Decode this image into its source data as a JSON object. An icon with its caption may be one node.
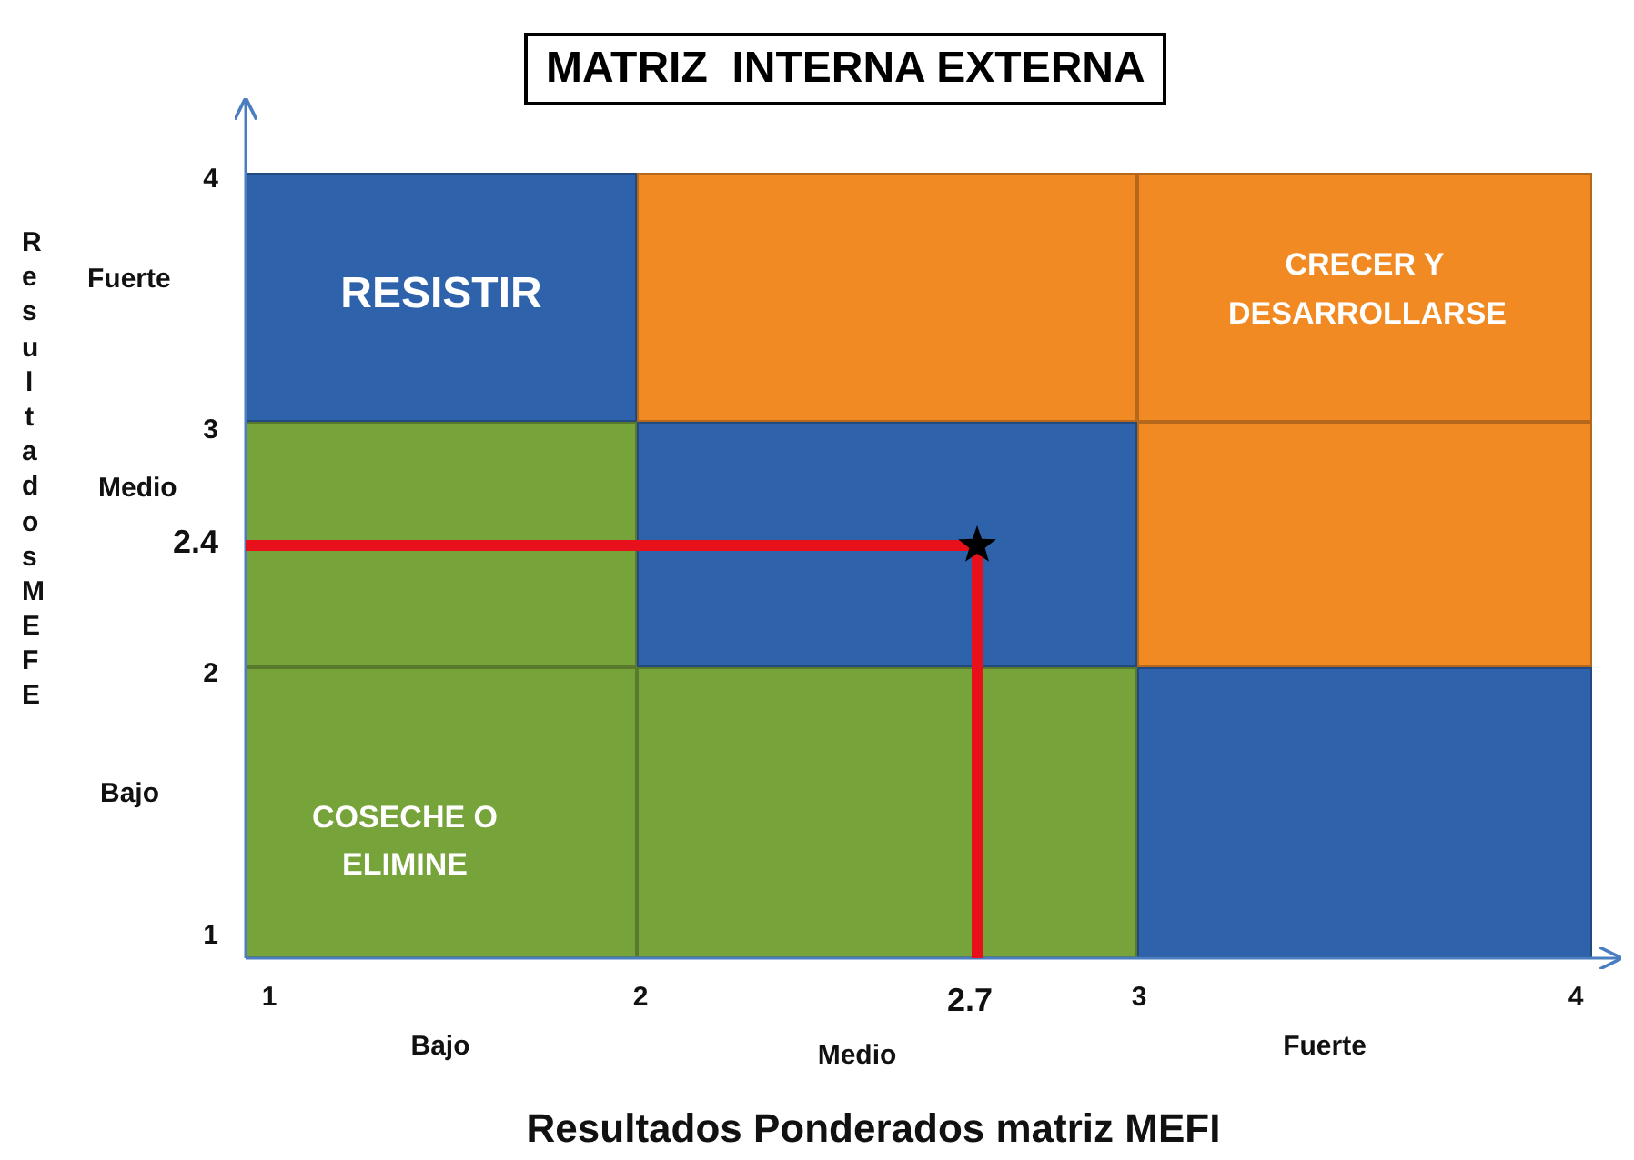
{
  "diagram": {
    "title": "MATRIZ  INTERNA EXTERNA",
    "nodes": [
      {
        "text": [
          "RESISTIR"
        ]
      },
      {
        "text": [],
        "shape": "box"
      },
      {
        "text": [
          "CRECER Y DESARROLLARSE"
        ]
      },
      {
        "text": [],
        "shape": "box"
      },
      {
        "text": [],
        "shape": "box"
      },
      {
        "text": [],
        "shape": "box"
      },
      {
        "text": [
          "COSECHE O ELIMINE"
        ]
      },
      {
        "text": [],
        "shape": "box"
      },
      {
        "text": [],
        "shape": "box"
      }
    ],
    "labels": [
      "4",
      "Fuerte",
      "3",
      "Medio",
      "2.4",
      "2",
      "Bajo",
      "1",
      "1",
      "2",
      "2.7",
      "3",
      "4",
      "Bajo",
      "Medio",
      "Fuerte",
      "Resultados MEFE",
      "Resultados Ponderados matriz MEFI"
    ]
  }
}
